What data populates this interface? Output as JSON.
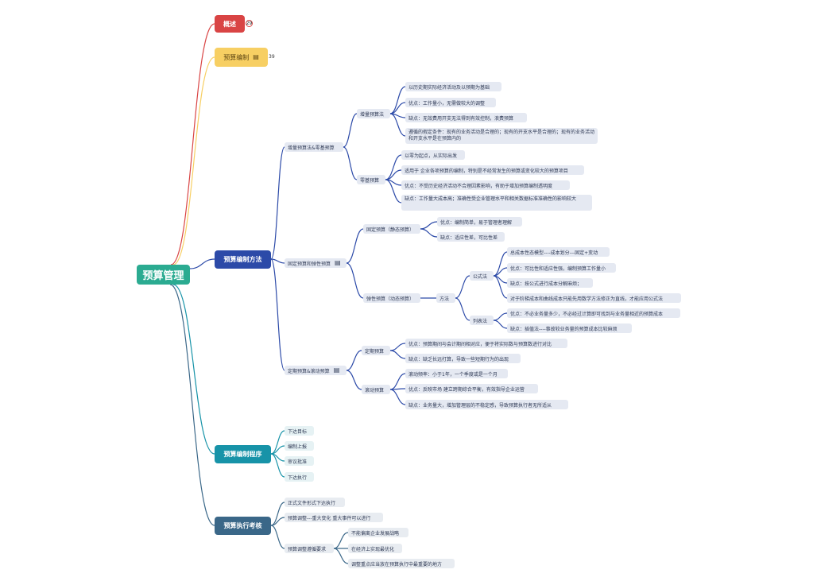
{
  "root": "预算管理",
  "colors": {
    "c1": "#d94444",
    "c2": "#f7cf63",
    "c3": "#2c4aa8",
    "c4": "#1793a8",
    "c5": "#3a6788"
  },
  "n": {
    "b1": "概述",
    "b1_count": "29",
    "b2": "预算编制",
    "b2_count": "39",
    "b3": "预算编制方法",
    "b3a": "增量预算法&零基预算",
    "b3a1": "增量预算法",
    "b3a1_1": "以历史期实际经济活动及以预期为基础",
    "b3a1_2": "优点：工作量小，无需做较大的调整",
    "b3a1_3": "缺点：无效费用开支无法得到有效控制，浪费预算",
    "b3a1_4": "遵循的假定条件：现有的业务活动是合理的；现有的开支水平是合理的；现有的业务活动和开支水平是在预算内的",
    "b3a2": "零基预算",
    "b3a2_1": "以零为起点，从实际出发",
    "b3a2_2": "适用于 企业各项预算的编制，特别是不经常发生的预算或变化较大的预算项目",
    "b3a2_3": "优点：不受历史经济活动不合理因素影响，有助于增加预算编制透明度",
    "b3a2_4": "缺点：工作量大成本高；准确性受企业管理水平和相关数据标准准确性的影响较大",
    "b3b": "固定预算和弹性预算",
    "b3b1": "固定预算（静态预算）",
    "b3b1_1": "优点：编制简单，易于管理者理解",
    "b3b1_2": "缺点：适应性差，可比性差",
    "b3b2": "弹性预算（动态预算）",
    "b3b2a": "方法",
    "b3b2a1": "公式法",
    "b3b2a1_1": "总成本性态模型----成本划分---固定+变动",
    "b3b2a1_2": "优点：可比性和适应性强，编制预算工作量小",
    "b3b2a1_3": "缺点：按公式进行成本分解麻烦；",
    "b3b2a1_4": "对于阶梯成本和曲线成本只能先用数学方法修正为直线，才能应用公式法",
    "b3b2a2": "列表法",
    "b3b2a2_1": "优点：不必业务量多少，不必经过计算即可找到与业务量相近的预算成本",
    "b3b2a2_2": "缺点：插值法----事故较业务量的预算成本比较麻烦",
    "b3c": "定期预算&滚动预算",
    "b3c1": "定期预算",
    "b3c1_1": "优点：预算期间与会计期间相对应，便于将实际数与预算数进行对比",
    "b3c1_2": "缺点：缺乏长远打算，导致一些短期行为的出现",
    "b3c2": "滚动预算",
    "b3c2_1": "滚动频率：小于1年，一个季度或是一个月",
    "b3c2_2": "优点：反映市场 建立跨期综合平衡，有效指导企业运营",
    "b3c2_3": "缺点：业务量大，增加管理层的不稳定感，导致预算执行者无所适从",
    "b4": "预算编制程序",
    "b4_1": "下达目标",
    "b4_2": "编制上报",
    "b4_3": "审议批准",
    "b4_4": "下达执行",
    "b5": "预算执行考核",
    "b5_1": "正式文件形式下达执行",
    "b5_2": "预算调整---重大变化 重大事件可以进行",
    "b5_3": "预算调整遵循要求",
    "b5_3_1": "不能偏离企业发展战略",
    "b5_3_2": "在经济上实现最优化",
    "b5_3_3": "调整重点应当放在预算执行中最重要的地方"
  }
}
